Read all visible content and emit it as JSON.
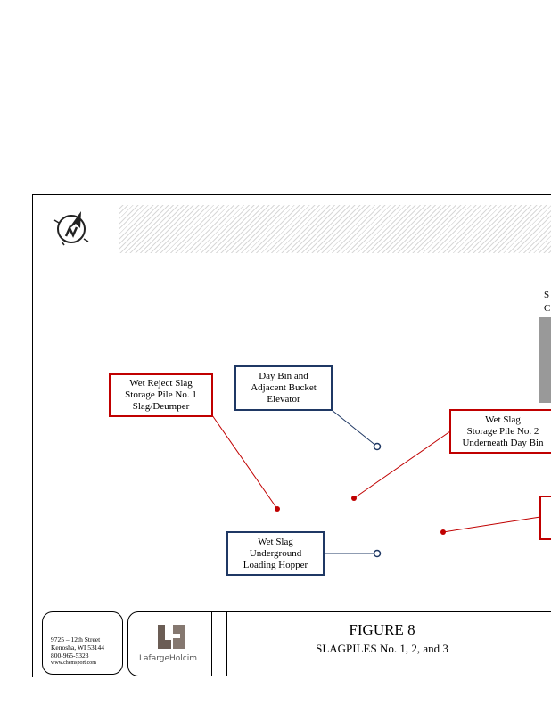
{
  "labels": {
    "wet_reject": [
      "Wet Reject Slag",
      "Storage Pile No. 1",
      "Slag/Deumper"
    ],
    "day_bin": [
      "Day Bin and",
      "Adjacent Bucket",
      "Elevator"
    ],
    "wet_slag_2": [
      "Wet Slag",
      "Storage Pile No. 2",
      "Underneath Day Bin"
    ],
    "hopper": [
      "Wet Slag",
      "Underground",
      "Loading Hopper"
    ],
    "partial_right": [
      "S",
      "C"
    ]
  },
  "footer": {
    "address": [
      "9725 – 12th Street",
      "Kenosha, WI 53144",
      "800-965-5323",
      "www.chemsport.com"
    ],
    "logo_text": "LafargeHolcim",
    "figure_title": "FIGURE 8",
    "figure_subtitle": "SLAGPILES No. 1, 2, and 3"
  },
  "colors": {
    "red": "#c00000",
    "blue": "#1f3864"
  }
}
